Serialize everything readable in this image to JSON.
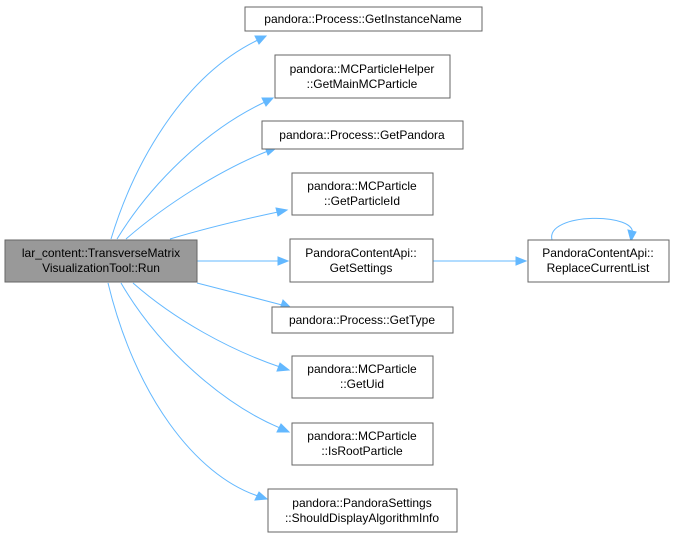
{
  "colors": {
    "edge": "#63b8ff",
    "root_fill": "#999999",
    "node_fill": "#ffffff",
    "node_border": "#666666"
  },
  "nodes": {
    "root": {
      "lines": [
        "lar_content::TransverseMatrix",
        "VisualizationTool::Run"
      ]
    },
    "n1": {
      "lines": [
        "pandora::Process::GetInstanceName"
      ]
    },
    "n2": {
      "lines": [
        "pandora::MCParticleHelper",
        "::GetMainMCParticle"
      ]
    },
    "n3": {
      "lines": [
        "pandora::Process::GetPandora"
      ]
    },
    "n4": {
      "lines": [
        "pandora::MCParticle",
        "::GetParticleId"
      ]
    },
    "n5": {
      "lines": [
        "PandoraContentApi::",
        "GetSettings"
      ]
    },
    "n6": {
      "lines": [
        "PandoraContentApi::",
        "ReplaceCurrentList"
      ]
    },
    "n7": {
      "lines": [
        "pandora::Process::GetType"
      ]
    },
    "n8": {
      "lines": [
        "pandora::MCParticle",
        "::GetUid"
      ]
    },
    "n9": {
      "lines": [
        "pandora::MCParticle",
        "::IsRootParticle"
      ]
    },
    "n10": {
      "lines": [
        "pandora::PandoraSettings",
        "::ShouldDisplayAlgorithmInfo"
      ]
    }
  }
}
